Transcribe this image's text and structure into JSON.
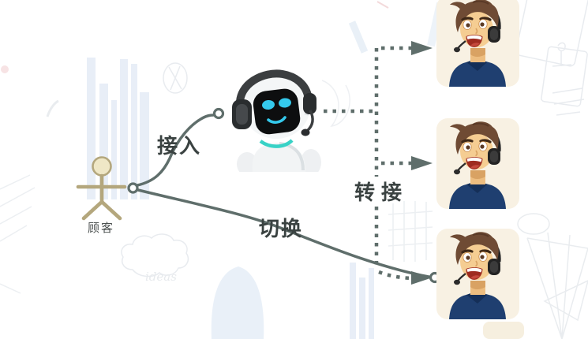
{
  "diagram": {
    "customer": {
      "label": "顾客"
    },
    "robot": {
      "icon": "robot-headset-avatar"
    },
    "agents": {
      "count": 3,
      "icon": "human-agent-headset-avatar"
    },
    "edges": {
      "connect": {
        "label": "接入",
        "from": "customer",
        "to": "robot",
        "style": "solid-curve"
      },
      "switch": {
        "label": "切换",
        "from": "customer",
        "to": "agent-3",
        "style": "solid-curve"
      },
      "transfer": {
        "label": "转接",
        "from": "robot",
        "to": "agents",
        "style": "dotted-arrows"
      }
    },
    "background": {
      "watermark": "ideas"
    },
    "colors": {
      "connector": "#5f6e6b",
      "customer_figure": "#b4a77d",
      "agent_card_bg": "#f8f1e3",
      "agent_shirt": "#1f3f70",
      "agent_hair": "#6f4b34",
      "agent_skin": "#f5cd92",
      "robot_face": "#0d0e0f",
      "robot_accent": "#34c9ec",
      "doodle_line": "#e8ebef",
      "doodle_bar": "#e6edf7"
    }
  }
}
